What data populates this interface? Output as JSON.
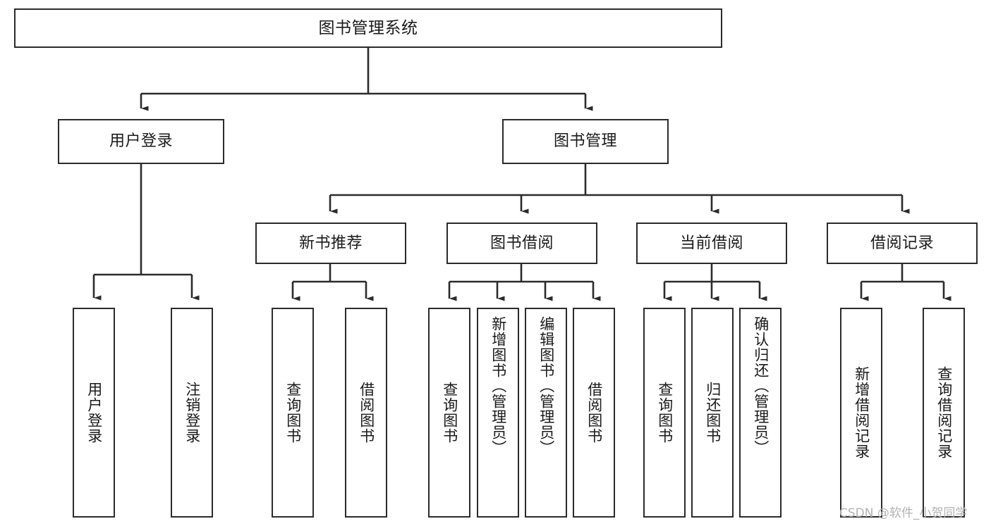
{
  "diagram": {
    "title": "图书管理系统",
    "type": "functional-structure-tree",
    "orientation": "top-down",
    "watermark": "CSDN @软件_小贺同学",
    "colors": {
      "box_border": "#2b2b2b",
      "box_fill": "#ffffff",
      "edge": "#2b2b2b",
      "text": "#1a1a1a",
      "watermark": "#b3b3b3"
    },
    "levels": {
      "root": "图书管理系统",
      "level2": [
        "用户登录",
        "图书管理"
      ],
      "level3": [
        "新书推荐",
        "图书借阅",
        "当前借阅",
        "借阅记录"
      ]
    },
    "nodes": {
      "root": {
        "label": "图书管理系统"
      },
      "user_login": {
        "label": "用户登录"
      },
      "book_manage": {
        "label": "图书管理"
      },
      "new_book_rec": {
        "label": "新书推荐"
      },
      "book_borrow": {
        "label": "图书借阅"
      },
      "current_borrow": {
        "label": "当前借阅"
      },
      "borrow_record": {
        "label": "借阅记录"
      },
      "leaf_user_login": {
        "label": "用户登录"
      },
      "leaf_logout": {
        "label": "注销登录"
      },
      "leaf_query_book_1": {
        "label": "查询图书"
      },
      "leaf_borrow_book_1": {
        "label": "借阅图书"
      },
      "leaf_query_book_2": {
        "label": "查询图书"
      },
      "leaf_add_book": {
        "label": "新增图书（管理员）"
      },
      "leaf_edit_book": {
        "label": "编辑图书（管理员）"
      },
      "leaf_borrow_book_2": {
        "label": "借阅图书"
      },
      "leaf_query_book_3": {
        "label": "查询图书"
      },
      "leaf_return_book": {
        "label": "归还图书"
      },
      "leaf_confirm_return": {
        "label": "确认归还（管理员）"
      },
      "leaf_add_record": {
        "label": "新增借阅记录"
      },
      "leaf_query_record": {
        "label": "查询借阅记录"
      }
    },
    "edges": [
      {
        "from": "root",
        "to": "user_login"
      },
      {
        "from": "root",
        "to": "book_manage"
      },
      {
        "from": "user_login",
        "to": "leaf_user_login"
      },
      {
        "from": "user_login",
        "to": "leaf_logout"
      },
      {
        "from": "book_manage",
        "to": "new_book_rec"
      },
      {
        "from": "book_manage",
        "to": "book_borrow"
      },
      {
        "from": "book_manage",
        "to": "current_borrow"
      },
      {
        "from": "book_manage",
        "to": "borrow_record"
      },
      {
        "from": "new_book_rec",
        "to": "leaf_query_book_1"
      },
      {
        "from": "new_book_rec",
        "to": "leaf_borrow_book_1"
      },
      {
        "from": "book_borrow",
        "to": "leaf_query_book_2"
      },
      {
        "from": "book_borrow",
        "to": "leaf_add_book"
      },
      {
        "from": "book_borrow",
        "to": "leaf_edit_book"
      },
      {
        "from": "book_borrow",
        "to": "leaf_borrow_book_2"
      },
      {
        "from": "current_borrow",
        "to": "leaf_query_book_3"
      },
      {
        "from": "current_borrow",
        "to": "leaf_return_book"
      },
      {
        "from": "current_borrow",
        "to": "leaf_confirm_return"
      },
      {
        "from": "borrow_record",
        "to": "leaf_add_record"
      },
      {
        "from": "borrow_record",
        "to": "leaf_query_record"
      }
    ]
  }
}
